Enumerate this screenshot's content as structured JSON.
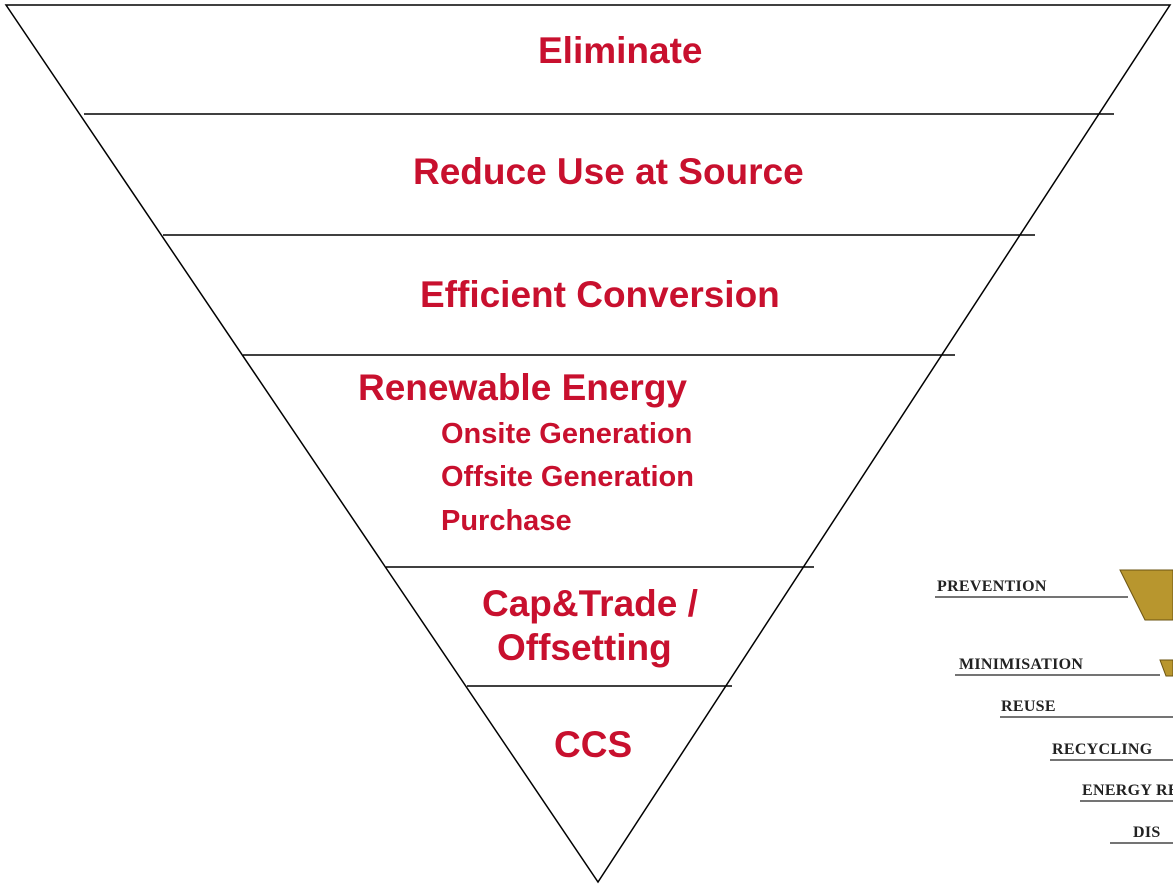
{
  "energy_hierarchy": {
    "levels": [
      {
        "label": "Eliminate"
      },
      {
        "label": "Reduce Use at Source"
      },
      {
        "label": "Efficient Conversion"
      },
      {
        "label": "Renewable Energy",
        "sub_items": [
          "Onsite Generation",
          "Offsite Generation",
          "Purchase"
        ]
      },
      {
        "label_lines": [
          "Cap&Trade /",
          "Offsetting"
        ]
      },
      {
        "label": "CCS"
      }
    ],
    "text_color": "#c8102e",
    "line_color": "#000000"
  },
  "waste_hierarchy": {
    "items": [
      "PREVENTION",
      "MINIMISATION",
      "REUSE",
      "RECYCLING",
      "ENERGY RE",
      "DIS"
    ],
    "wedge_color": "#b8962e"
  }
}
